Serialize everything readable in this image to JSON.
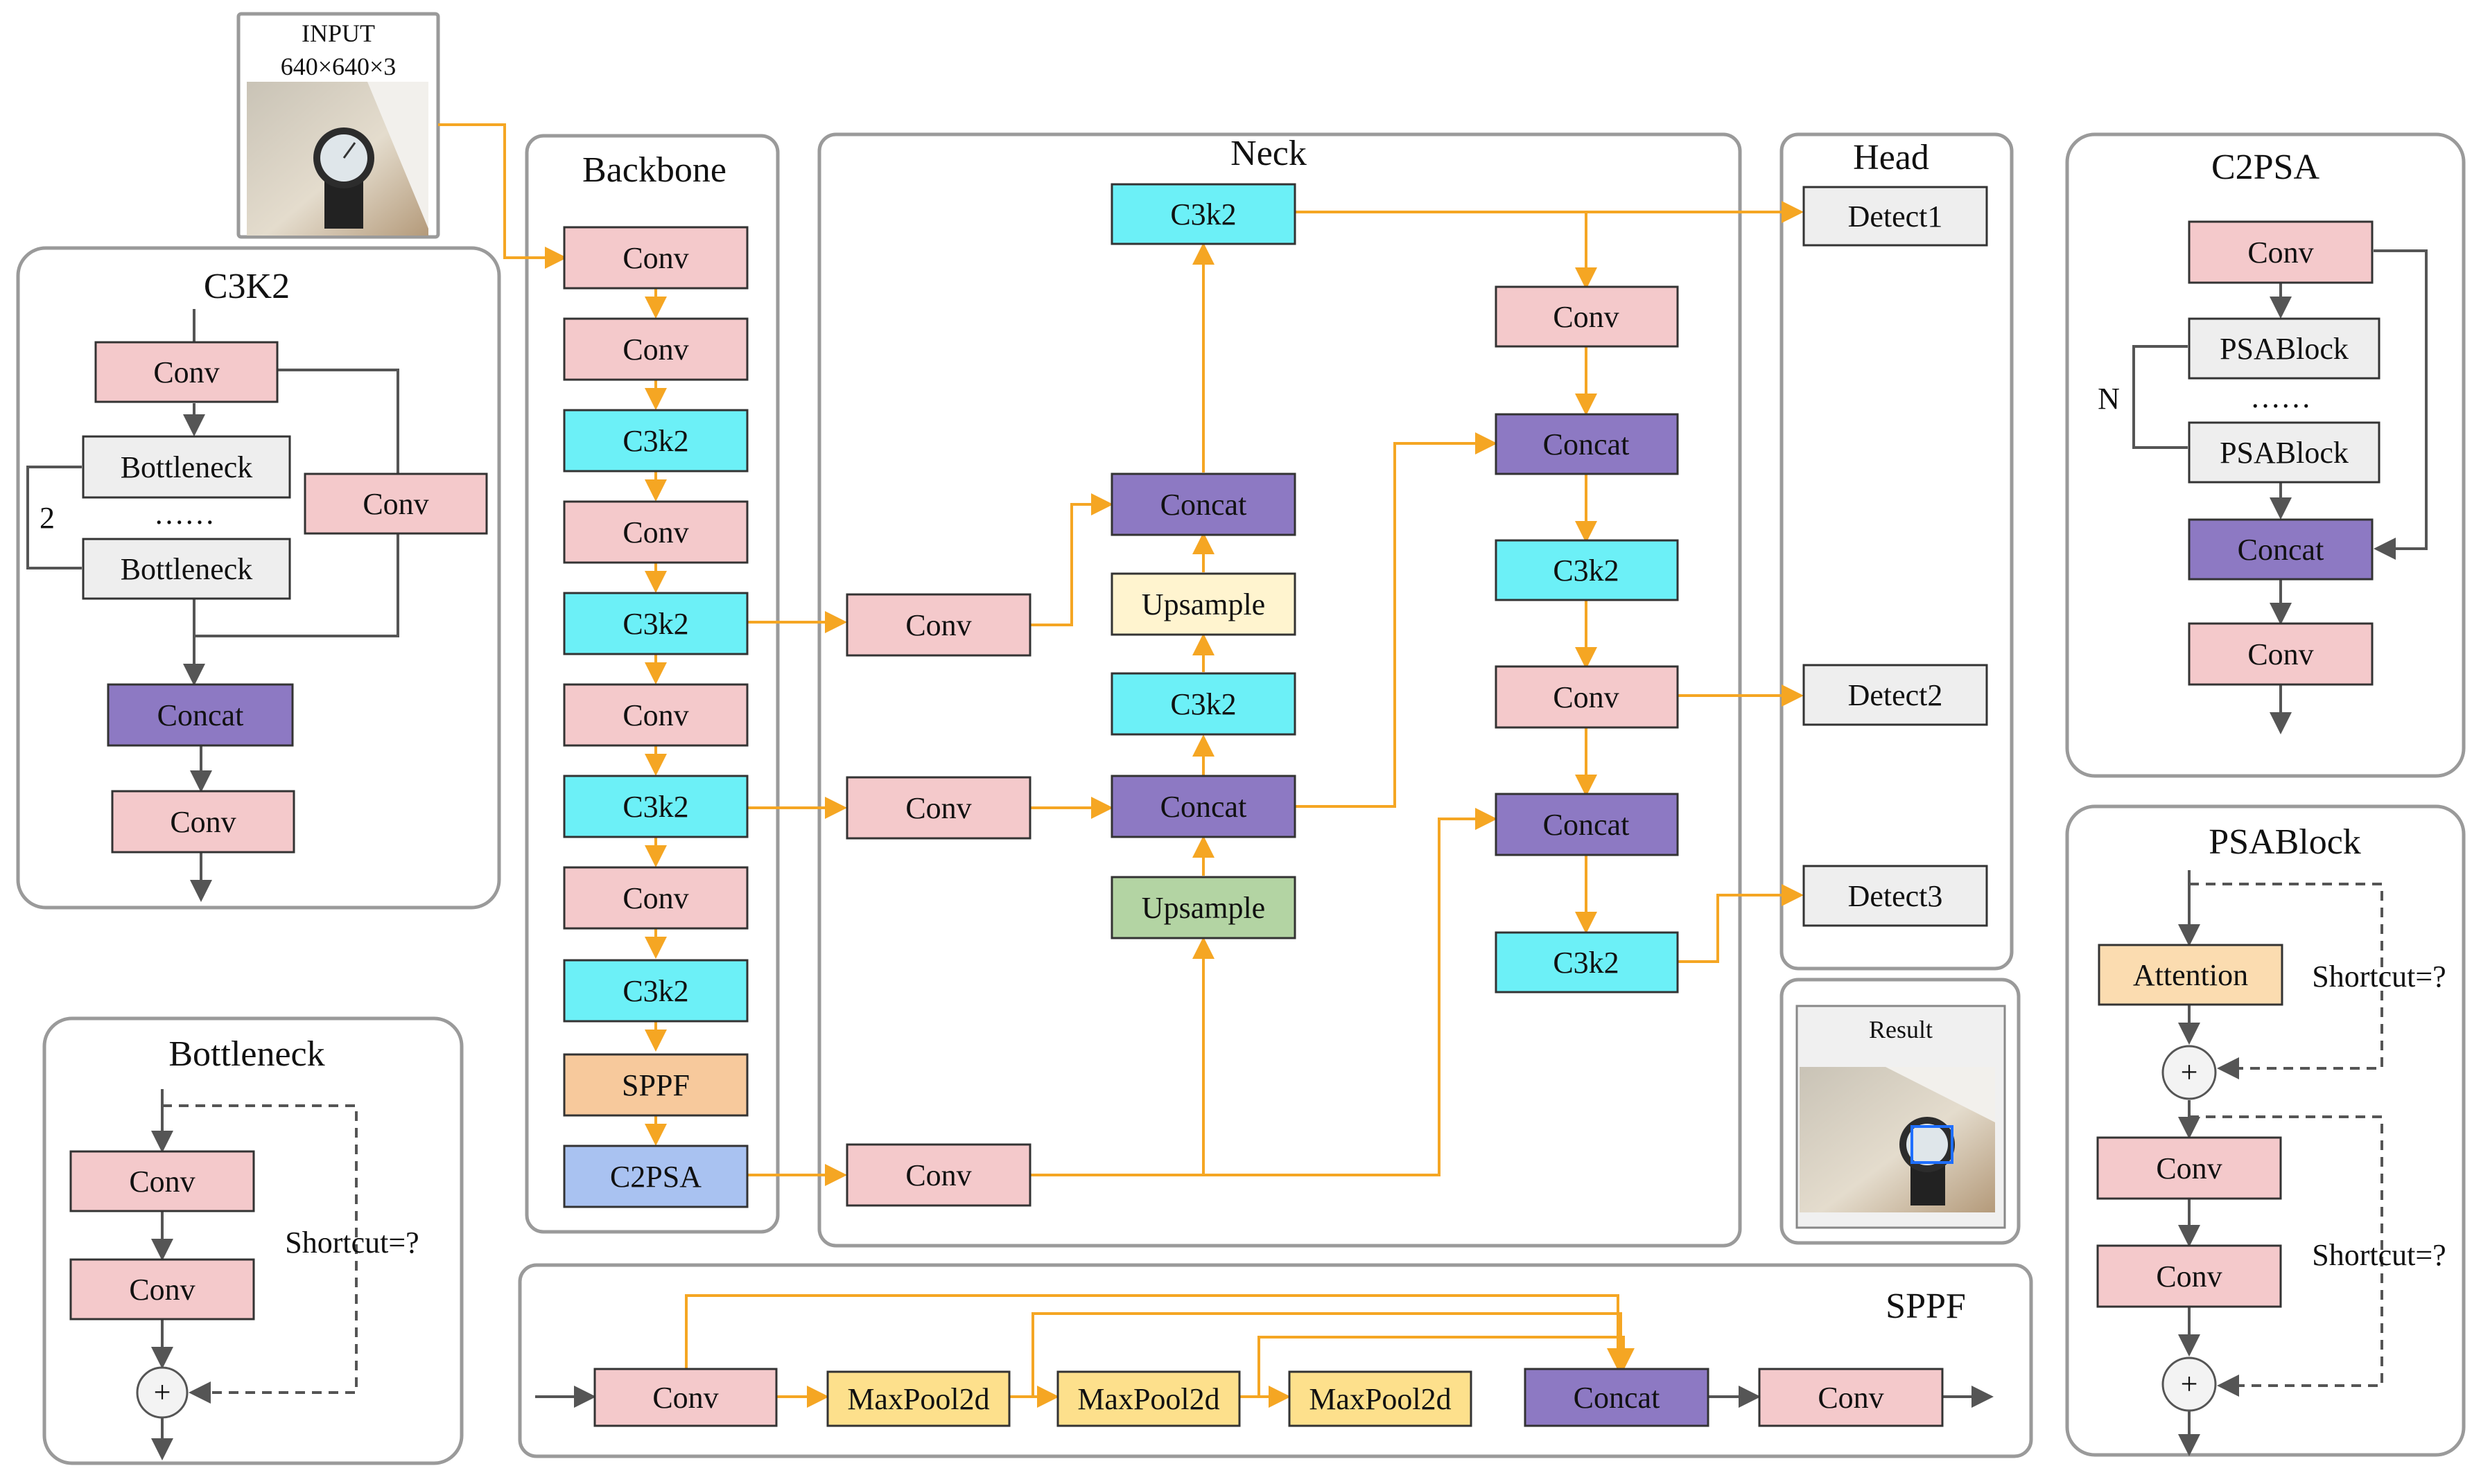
{
  "input": {
    "title": "INPUT",
    "size": "640×640×3"
  },
  "result": {
    "title": "Result"
  },
  "panels": {
    "backbone": "Backbone",
    "neck": "Neck",
    "head": "Head",
    "c3k2": "C3K2",
    "bottleneck": "Bottleneck",
    "c2psa": "C2PSA",
    "psablock": "PSABlock",
    "sppf": "SPPF"
  },
  "backbone": {
    "blocks": [
      "Conv",
      "Conv",
      "C3k2",
      "Conv",
      "C3k2",
      "Conv",
      "C3k2",
      "Conv",
      "C3k2",
      "SPPF",
      "C2PSA"
    ]
  },
  "neck": {
    "top_c3k2": "C3k2",
    "col1": {
      "conv_a": "Conv",
      "conv_b": "Conv",
      "conv_c": "Conv"
    },
    "col2": {
      "concat_top": "Concat",
      "upsample_top": "Upsample",
      "c3k2": "C3k2",
      "concat_mid": "Concat",
      "upsample_bottom": "Upsample"
    },
    "col3": {
      "conv1": "Conv",
      "concat1": "Concat",
      "c3k2_1": "C3k2",
      "conv2": "Conv",
      "concat2": "Concat",
      "c3k2_2": "C3k2"
    }
  },
  "head": {
    "detect1": "Detect1",
    "detect2": "Detect2",
    "detect3": "Detect3"
  },
  "c3k2_module": {
    "conv_top": "Conv",
    "bottleneck1": "Bottleneck",
    "dots": "……",
    "bottleneck2": "Bottleneck",
    "conv_side": "Conv",
    "repeat": "2",
    "concat": "Concat",
    "conv_out": "Conv"
  },
  "bottleneck_module": {
    "conv1": "Conv",
    "conv2": "Conv",
    "shortcut": "Shortcut=?",
    "plus": "+"
  },
  "c2psa_module": {
    "conv_top": "Conv",
    "psablock1": "PSABlock",
    "dots": "……",
    "psablock2": "PSABlock",
    "repeat": "N",
    "concat": "Concat",
    "conv_out": "Conv"
  },
  "psablock_module": {
    "attention": "Attention",
    "shortcut1": "Shortcut=?",
    "plus1": "+",
    "conv1": "Conv",
    "conv2": "Conv",
    "shortcut2": "Shortcut=?",
    "plus2": "+"
  },
  "sppf_module": {
    "conv_in": "Conv",
    "maxpool1": "MaxPool2d",
    "maxpool2": "MaxPool2d",
    "maxpool3": "MaxPool2d",
    "concat": "Concat",
    "conv_out": "Conv"
  },
  "colors": {
    "conv": "#f4c9cb",
    "c3k2": "#6cf0f7",
    "concat": "#8d79c3",
    "upsample": "#fff4cf",
    "upsample_alt": "#b3d4a3",
    "sppf": "#f7c99c",
    "c2psa": "#a9c2f1",
    "detect": "#eeeeee",
    "maxpool": "#fde08c",
    "attention": "#fbdcb0",
    "flow_arrow": "#f5a623",
    "module_arrow": "#555555"
  }
}
